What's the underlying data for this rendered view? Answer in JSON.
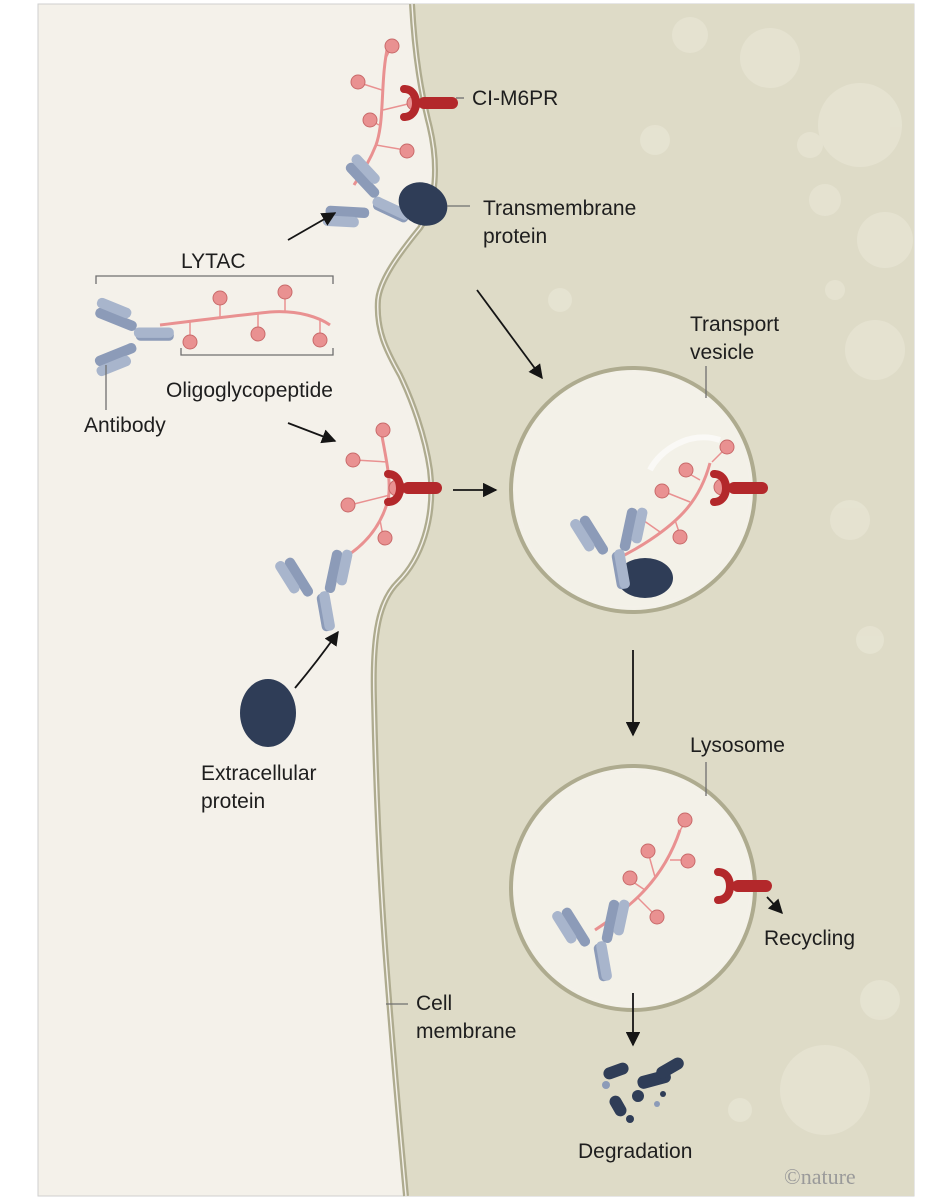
{
  "labels": {
    "ci_m6pr": "CI-M6PR",
    "transmembrane_1": "Transmembrane",
    "transmembrane_2": "protein",
    "lytac": "LYTAC",
    "oligoglycopeptide": "Oligoglycopeptide",
    "antibody": "Antibody",
    "transport_1": "Transport",
    "transport_2": "vesicle",
    "extracellular_1": "Extracellular",
    "extracellular_2": "protein",
    "lysosome": "Lysosome",
    "recycling": "Recycling",
    "cell_membrane_1": "Cell",
    "cell_membrane_2": "membrane",
    "degradation": "Degradation",
    "credit": "©nature"
  },
  "colors": {
    "extracellular_bg": "#f4f1ea",
    "cytoplasm": "#dedbc7",
    "membrane_edge": "#aeab8f",
    "glycan": "#e99191",
    "receptor": "#b3282b",
    "antibody": "#8c9bb8",
    "target_protein": "#2f3d57"
  }
}
